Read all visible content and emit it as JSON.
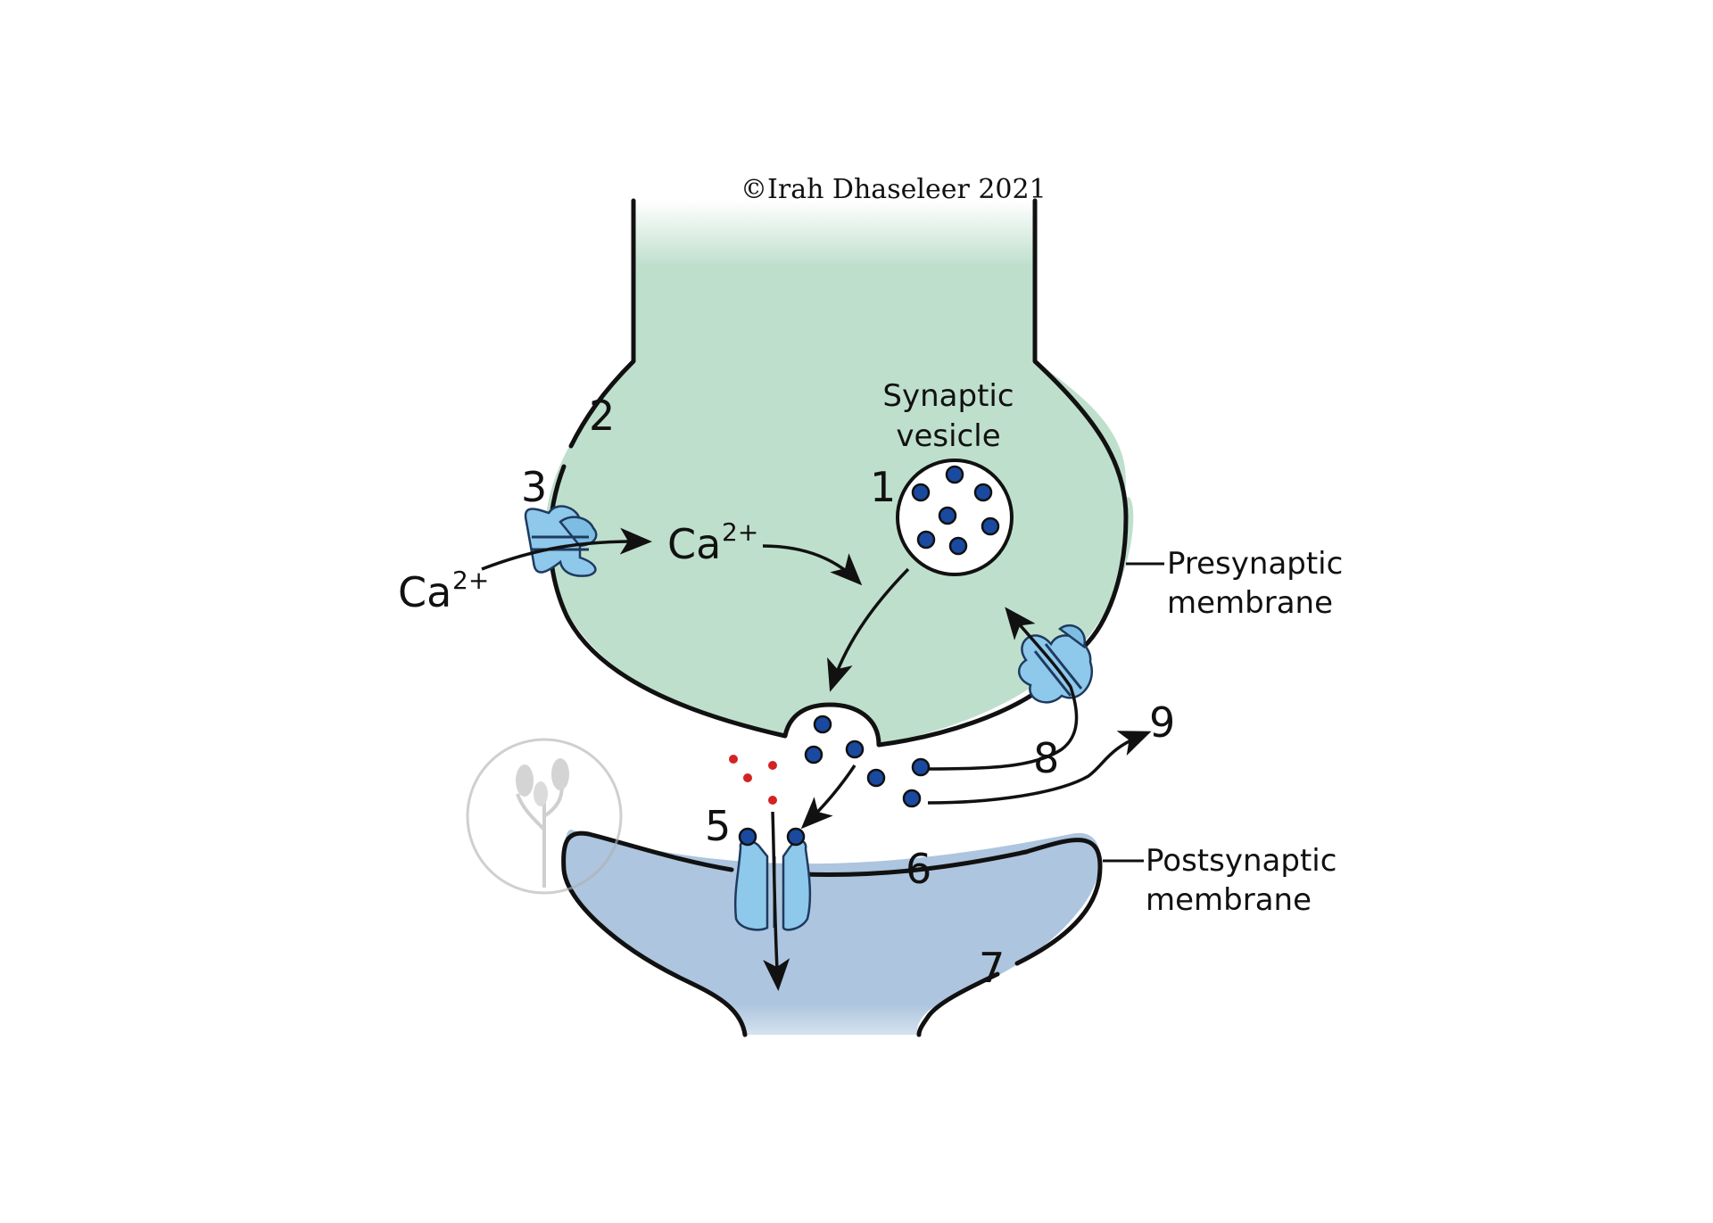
{
  "copyright": "©Irah Dhaseleer 2021",
  "labels": {
    "synaptic_vesicle_line1": "Synaptic",
    "synaptic_vesicle_line2": "vesicle",
    "presynaptic_line1": "Presynaptic",
    "presynaptic_line2": "membrane",
    "postsynaptic_line1": "Postsynaptic",
    "postsynaptic_line2": "membrane",
    "calcium_base": "Ca",
    "calcium_charge": "2+"
  },
  "steps": [
    "1",
    "2",
    "3",
    "5",
    "6",
    "7",
    "8",
    "9"
  ],
  "colors": {
    "presynaptic_fill": "#bfdfcd",
    "postsynaptic_fill": "#adc5de",
    "channel_fill": "#8ec8ea",
    "neurotransmitter": "#1a4aa0",
    "red_ions": "#d22323",
    "outline": "#111111"
  },
  "watermark": "circle-plant-logo"
}
